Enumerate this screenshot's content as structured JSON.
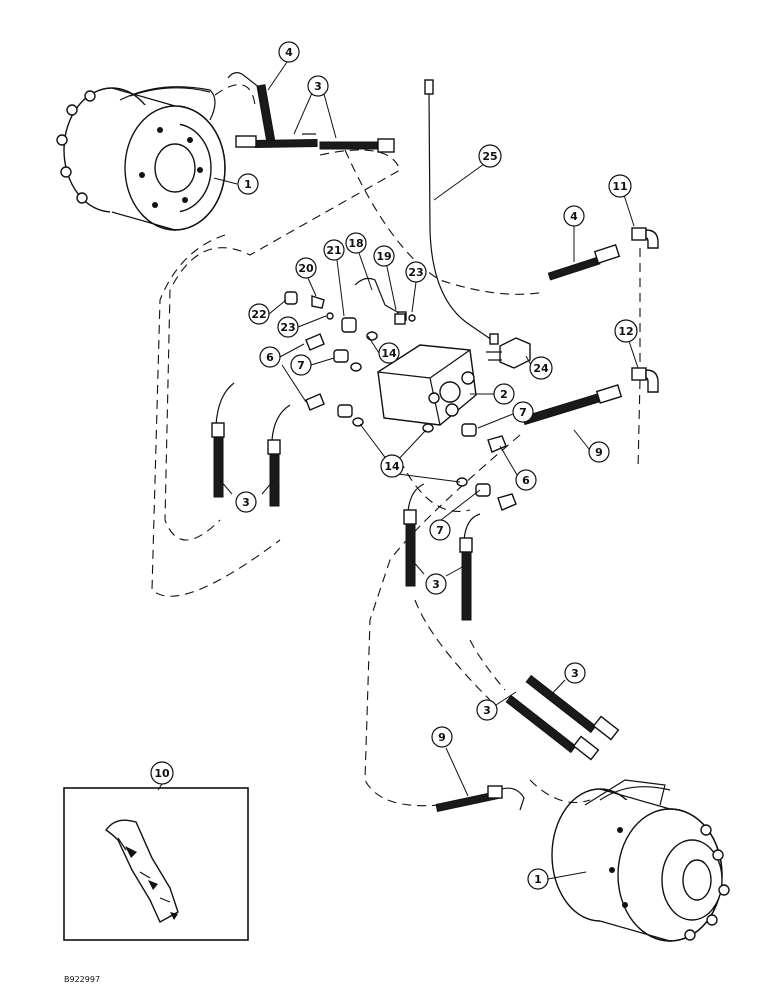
{
  "callouts": {
    "c1a": "1",
    "c1b": "1",
    "c2": "2",
    "c3a": "3",
    "c3b": "3",
    "c3c": "3",
    "c3d": "3",
    "c3e": "3",
    "c4a": "4",
    "c4b": "4",
    "c6a": "6",
    "c6b": "6",
    "c7a": "7",
    "c7b": "7",
    "c7c": "7",
    "c9a": "9",
    "c9b": "9",
    "c10": "10",
    "c11": "11",
    "c12": "12",
    "c14a": "14",
    "c14b": "14",
    "c18": "18",
    "c19": "19",
    "c20": "20",
    "c21": "21",
    "c22": "22",
    "c23a": "23",
    "c23b": "23",
    "c24": "24",
    "c25": "25"
  },
  "figure_code": "B922997"
}
